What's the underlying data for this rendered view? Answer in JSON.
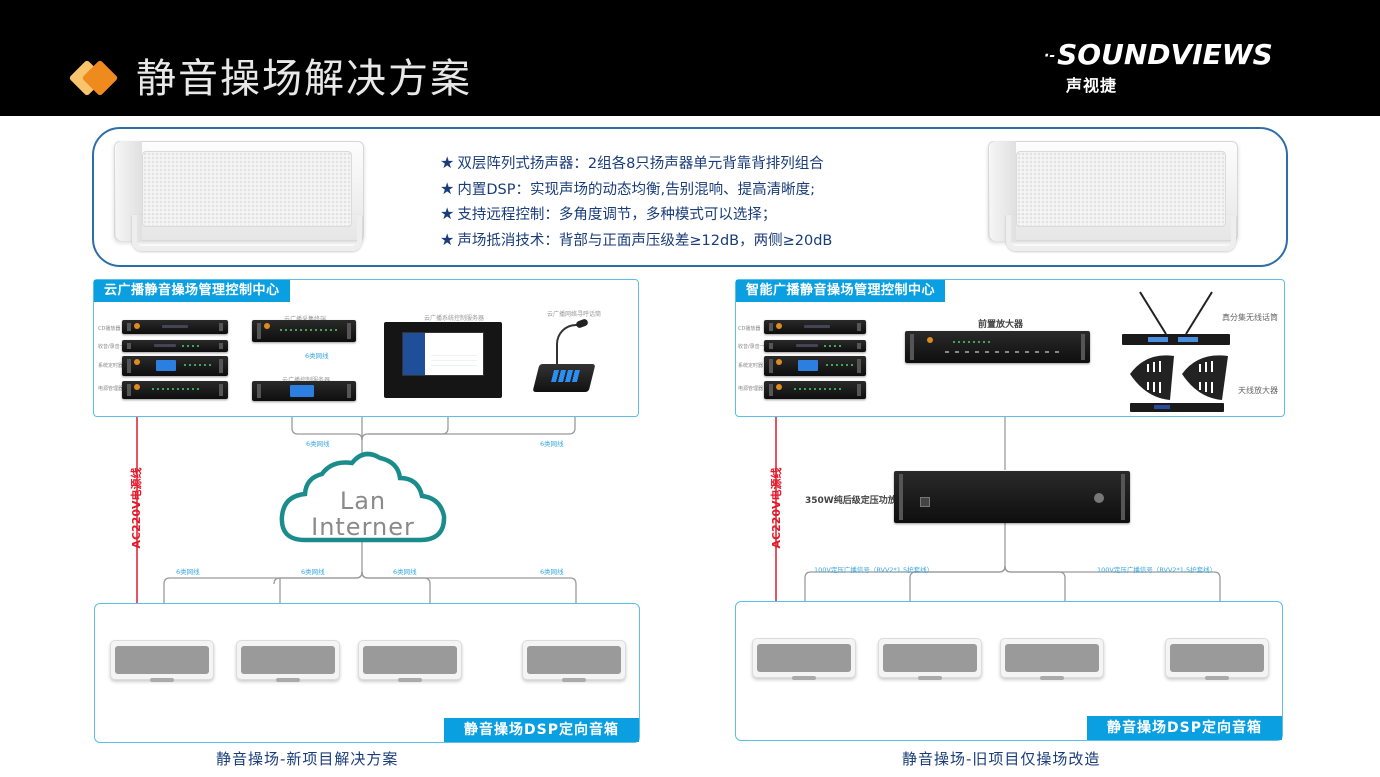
{
  "header": {
    "title": "静音操场解决方案",
    "logo_brand": "SOUNDVIEWS",
    "logo_dots": "·-",
    "logo_chinese": "声视捷",
    "accent_colors": {
      "diamond_front": "#ee8a1e",
      "diamond_back": "#f9c46b"
    }
  },
  "features": {
    "star_glyph": "★",
    "items": [
      "双层阵列式扬声器：2组各8只扬声器单元背靠背排列组合",
      "内置DSP：实现声场的动态均衡,告别混响、提高清晰度;",
      "支持远程控制：多角度调节，多种模式可以选择；",
      "声场抵消技术：背部与正面声压级差≥12dB，两侧≥20dB"
    ]
  },
  "left_diagram": {
    "control_center_label": "云广播静音操场管理控制中心",
    "device_labels": [
      "CD播放器",
      "收音/录音一体机",
      "系统定时器",
      "电源管理器"
    ],
    "top_device_labels": [
      "云广播采集终端",
      "云广播控制服务器",
      "云广播系统控制服务器",
      "云广播网络寻呼话筒"
    ],
    "network_labels": [
      "6类网线",
      "6类网线",
      "6类网线",
      "6类网线",
      "6类网线",
      "6类网线",
      "6类网线"
    ],
    "cloud_line1": "Lan",
    "cloud_line2": "Interner",
    "power_label": "AC220V电源线",
    "speaker_panel_label": "静音操场DSP定向音箱",
    "caption": "静音操场-新项目解决方案"
  },
  "right_diagram": {
    "control_center_label": "智能广播静音操场管理控制中心",
    "device_labels": [
      "CD播放器",
      "收音/录音一体机",
      "系统定时器",
      "电源管理器"
    ],
    "preamp_label": "前置放大器",
    "wireless_mic_label": "真分集无线话筒",
    "antenna_amp_label": "天线放大器",
    "power_amp_label": "350W纯后级定压功放",
    "signal_labels": [
      "100V定压广播信号（RVV2*1.5护套线）",
      "100V定压广播信号（RVV2*1.5护套线）"
    ],
    "power_label": "AC220V电源线",
    "speaker_panel_label": "静音操场DSP定向音箱",
    "caption": "静音操场-旧项目仅操场改造"
  },
  "colors": {
    "panel_border": "#5bbfe8",
    "label_blue": "#0a9fe0",
    "power_red": "#e21b2c",
    "cloud_teal": "#1a8c8c",
    "caption_navy": "#1a3d7a"
  }
}
